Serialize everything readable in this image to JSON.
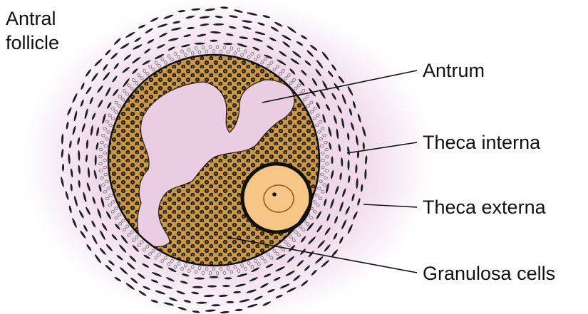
{
  "title_lines": [
    "Antral",
    "follicle"
  ],
  "labels": {
    "antrum": "Antrum",
    "theca_interna": "Theca interna",
    "theca_externa": "Theca externa",
    "granulosa": "Granulosa cells"
  },
  "colors": {
    "background_glow": "#ecd3e6",
    "theca_cells": "#1f1f1f",
    "interna_cells": "#7a7a7a",
    "granulosa_fill": "#c49a48",
    "granulosa_cell": "#2a1c0c",
    "antrum_fill": "#e8cde3",
    "oocyte_fill": "#f5c685",
    "outline": "#111111"
  }
}
